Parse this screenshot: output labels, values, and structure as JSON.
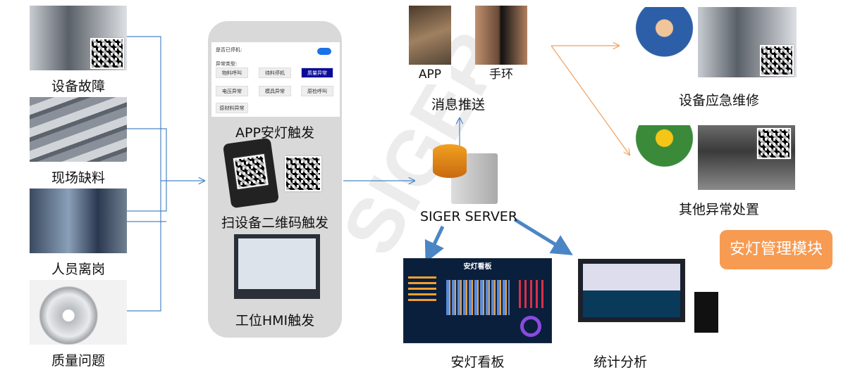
{
  "triggers": [
    {
      "label": "设备故障",
      "icon": "machine-fault-image"
    },
    {
      "label": "现场缺料",
      "icon": "material-shortage-image"
    },
    {
      "label": "人员离岗",
      "icon": "operator-absence-image"
    },
    {
      "label": "质量问题",
      "icon": "quality-issue-image"
    }
  ],
  "app_form": {
    "shutdown_label": "是否已停机:",
    "type_label": "异常类型:",
    "chips": [
      "物料呼叫",
      "待料停机",
      "质量异常",
      "电压异常",
      "模具异常",
      "原检呼叫",
      "原材料异常"
    ],
    "selected": "质量异常"
  },
  "methods": {
    "app": "APP安灯触发",
    "qr": "扫设备二维码触发",
    "hmi": "工位HMI触发"
  },
  "push": {
    "app_label": "APP",
    "band_label": "手环",
    "caption": "消息推送"
  },
  "server": {
    "label": "SIGER SERVER"
  },
  "outputs": {
    "dashboard_title": "安灯看板",
    "dashboard_label": "安灯看板",
    "stats_label": "统计分析",
    "repair_label": "设备应急维修",
    "other_label": "其他异常处置"
  },
  "module_badge": "安灯管理模块",
  "watermark": "SIGER",
  "colors": {
    "line": "#4a86c5",
    "orange": "#f0a060",
    "badge": "#f79b53",
    "selected_chip": "#0a0a9a"
  }
}
